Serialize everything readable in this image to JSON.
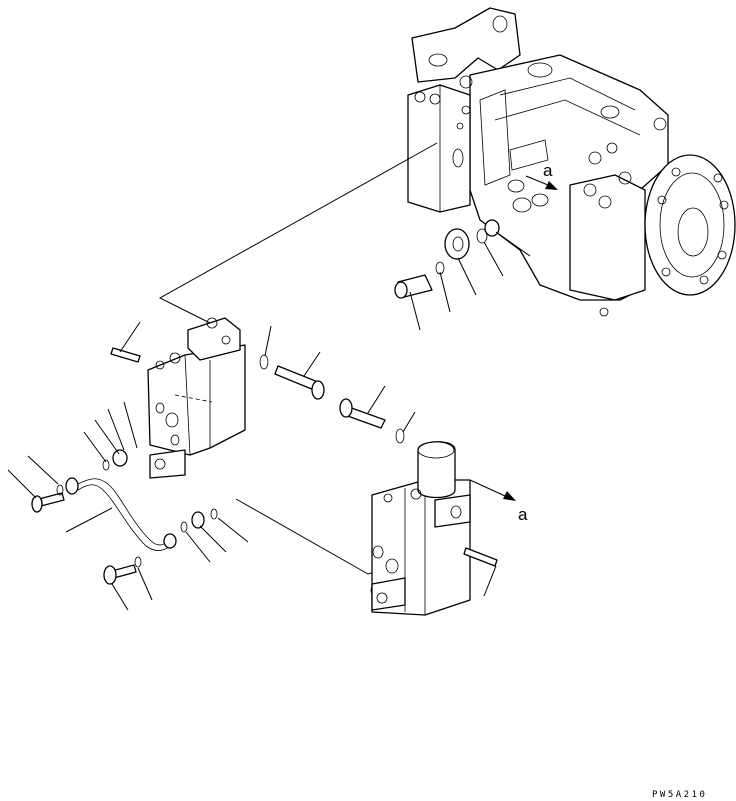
{
  "labels": {
    "a_top": "a",
    "a_bottom": "a"
  },
  "drawing_code": "PW5A210",
  "colors": {
    "line": "#000000",
    "background": "#ffffff"
  }
}
